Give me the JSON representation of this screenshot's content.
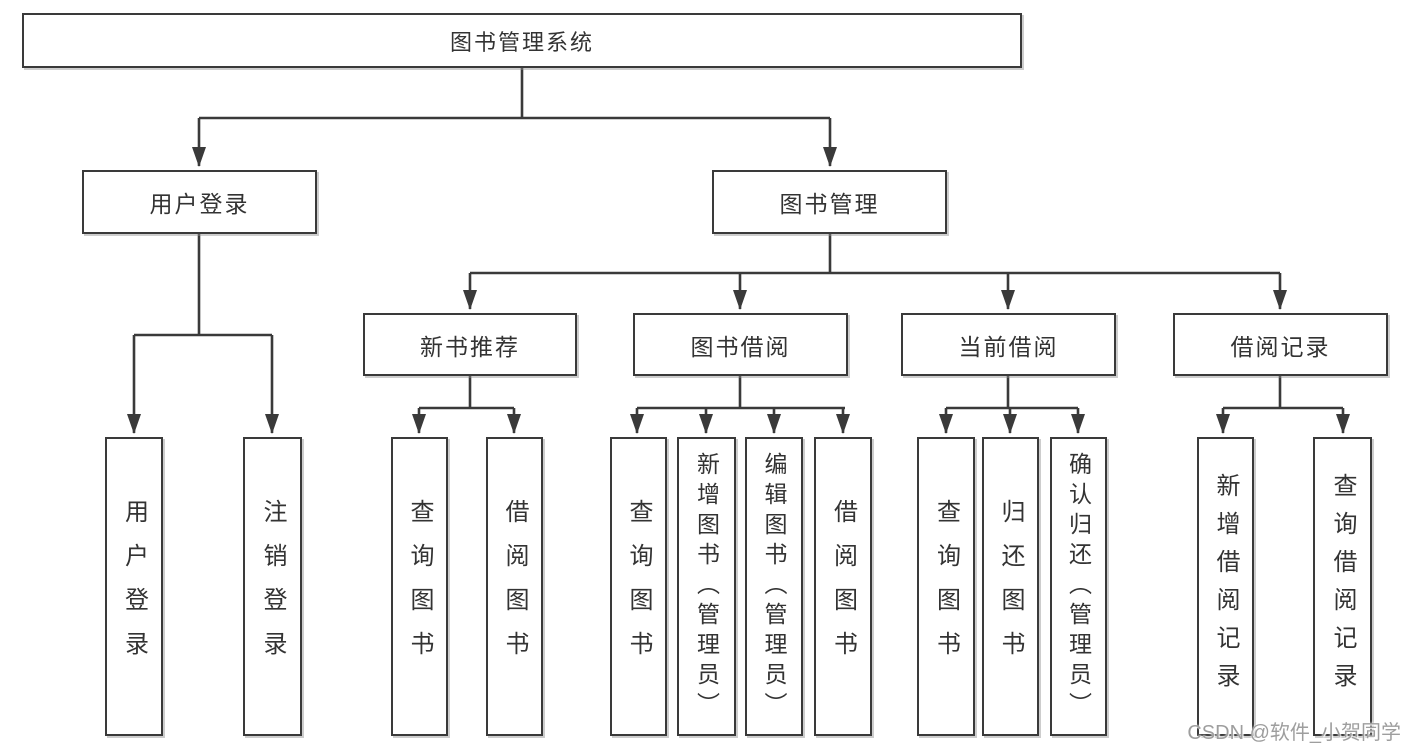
{
  "diagram": {
    "title": "图书管理系统",
    "root": {
      "label": "图书管理系统"
    },
    "level2": [
      {
        "label": "用户登录"
      },
      {
        "label": "图书管理"
      }
    ],
    "level3": [
      {
        "label": "新书推荐"
      },
      {
        "label": "图书借阅"
      },
      {
        "label": "当前借阅"
      },
      {
        "label": "借阅记录"
      }
    ],
    "leaves": [
      {
        "label": "用户登录",
        "parent": "用户登录"
      },
      {
        "label": "注销登录",
        "parent": "用户登录"
      },
      {
        "label": "查询图书",
        "parent": "新书推荐"
      },
      {
        "label": "借阅图书",
        "parent": "新书推荐"
      },
      {
        "label": "查询图书",
        "parent": "图书借阅"
      },
      {
        "label": "新增图书（管理员）",
        "parent": "图书借阅"
      },
      {
        "label": "编辑图书（管理员）",
        "parent": "图书借阅"
      },
      {
        "label": "借阅图书",
        "parent": "图书借阅"
      },
      {
        "label": "查询图书",
        "parent": "当前借阅"
      },
      {
        "label": "归还图书",
        "parent": "当前借阅"
      },
      {
        "label": "确认归还（管理员）",
        "parent": "当前借阅"
      },
      {
        "label": "新增借阅记录",
        "parent": "借阅记录"
      },
      {
        "label": "查询借阅记录",
        "parent": "借阅记录"
      }
    ]
  },
  "watermark": "CSDN @软件_小贺同学",
  "colors": {
    "line": "#3a3a3a",
    "text": "#333333",
    "background": "#ffffff",
    "watermark": "#9e9e9e"
  }
}
